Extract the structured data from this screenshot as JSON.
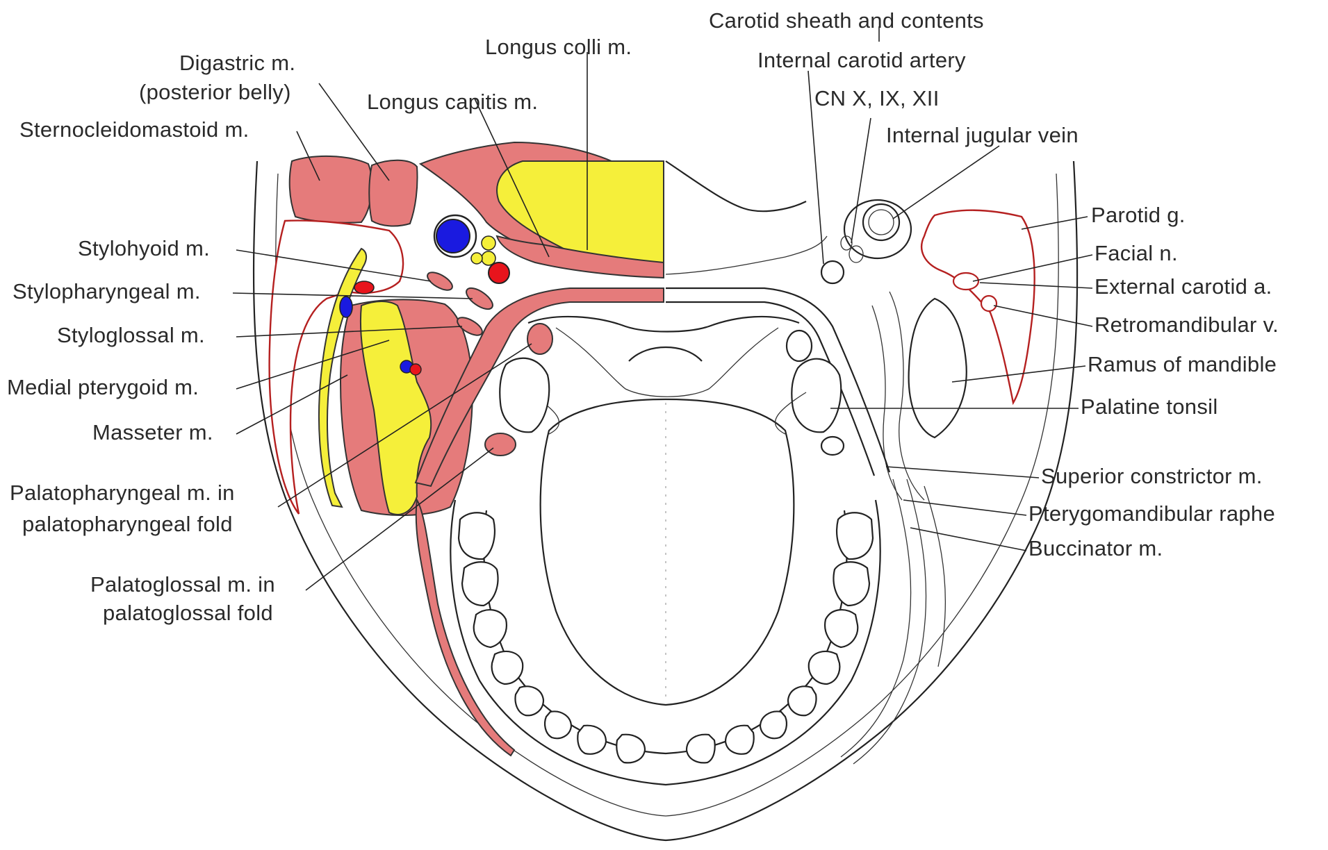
{
  "labels": {
    "carotid_sheath": "Carotid sheath and contents",
    "longus_colli": "Longus colli m.",
    "digastric_1": "Digastric m.",
    "digastric_2": "(posterior belly)",
    "longus_capitis": "Longus capitis m.",
    "internal_carotid": "Internal carotid artery",
    "cn": "CN X, IX, XII",
    "sternocleidomastoid": "Sternocleidomastoid m.",
    "internal_jugular": "Internal jugular vein",
    "parotid": "Parotid g.",
    "stylohyoid": "Stylohyoid m.",
    "facial_n": "Facial n.",
    "stylopharyngeal": "Stylopharyngeal m.",
    "external_carotid": "External carotid a.",
    "retromandibular": "Retromandibular v.",
    "styloglossal": "Styloglossal m.",
    "ramus": "Ramus of mandible",
    "medial_pterygoid": "Medial pterygoid m.",
    "palatine_tonsil": "Palatine tonsil",
    "masseter": "Masseter m.",
    "superior_constrictor": "Superior constrictor m.",
    "palatopharyngeal_1": "Palatopharyngeal m. in",
    "palatopharyngeal_2": "palatopharyngeal fold",
    "pterygomandibular": "Pterygomandibular raphe",
    "buccinator": "Buccinator m.",
    "palatoglossal_1": "Palatoglossal m. in",
    "palatoglossal_2": "palatoglossal fold"
  },
  "colors": {
    "muscle": "#e57b7b",
    "fat": "#f5ef3a",
    "artery": "#e8141c",
    "vein": "#1a1ae0",
    "nerve": "#f5ef3a",
    "ink": "#222222"
  }
}
